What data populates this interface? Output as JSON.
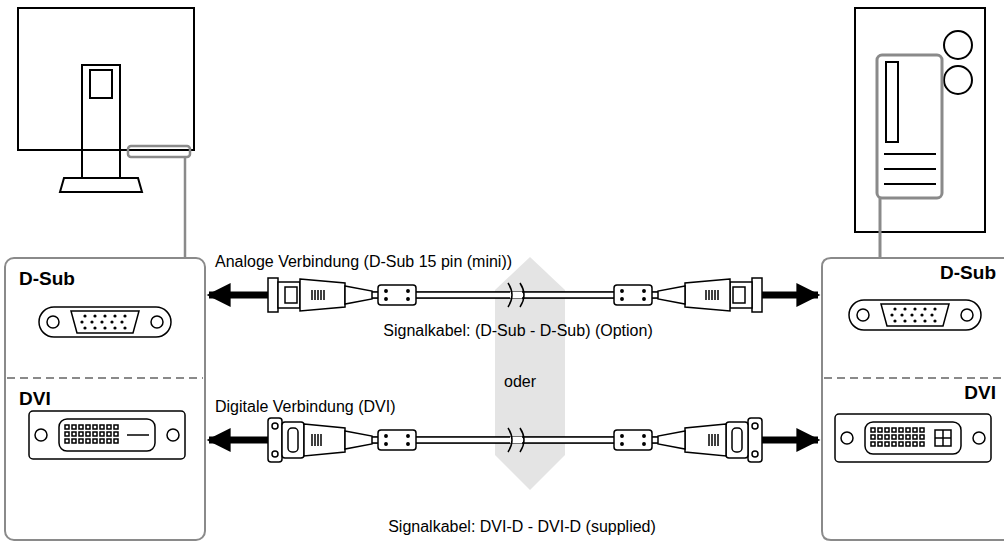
{
  "diagram": {
    "nodes": [
      {
        "text": [
          "D-Sub"
        ]
      },
      {
        "text": [
          "D-Sub"
        ]
      },
      {
        "text": [
          "DVI"
        ]
      },
      {
        "text": [
          "DVI"
        ]
      }
    ],
    "edges": [
      {
        "from": 0,
        "to": 1,
        "arrow": "both"
      },
      {
        "from": 2,
        "to": 3,
        "arrow": "both"
      }
    ],
    "labels": [
      "Analoge Verbindung (D-Sub 15 pin (mini))",
      "Signalkabel: (D-Sub - D-Sub) (Option)",
      "oder",
      "Digitale Verbindung (DVI)",
      "Signalkabel: DVI-D - DVI-D (supplied)"
    ]
  }
}
